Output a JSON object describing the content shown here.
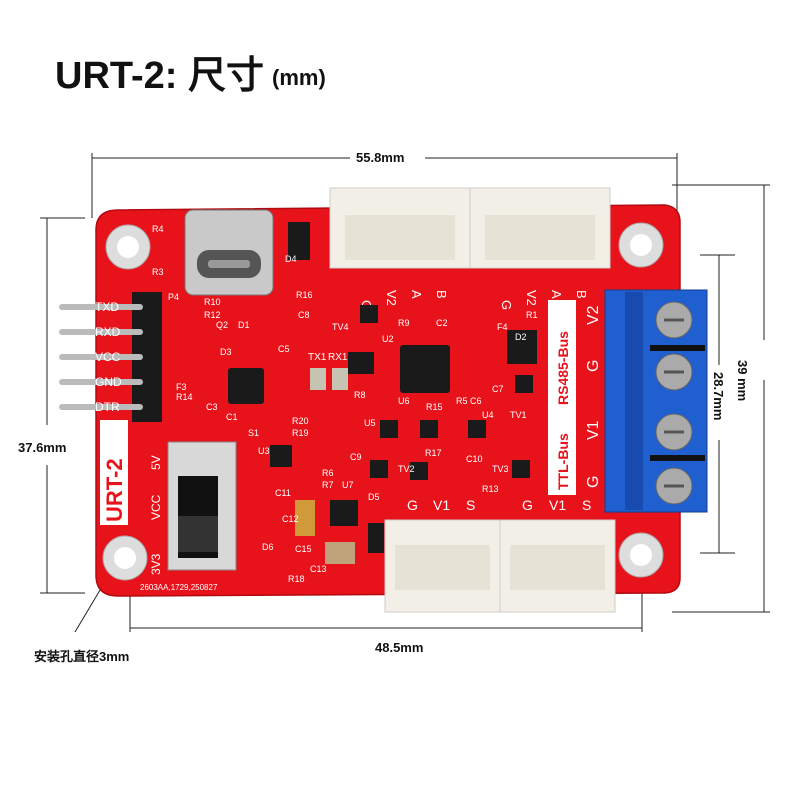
{
  "title": {
    "main": "URT-2: 尺寸",
    "unit": "(mm)"
  },
  "dimensions": {
    "top_width": "55.8mm",
    "right_height": "39 mm",
    "terminal_height": "28.7mm",
    "left_height": "37.6mm",
    "hole_spacing": "48.5mm",
    "hole_note": "安装孔直径3mm"
  },
  "board": {
    "name": "URT-2",
    "pcb_color": "#e8121a",
    "terminal_color": "#1f5fd0",
    "connector_color": "#f2efe6",
    "pin_labels_left": [
      "TXD",
      "RXD",
      "VCC",
      "GND",
      "DTR"
    ],
    "switch_labels": [
      "VCC",
      "5V",
      "3V3"
    ],
    "top_conn_labels": [
      "G",
      "V2",
      "A",
      "B"
    ],
    "bottom_conn_labels": [
      "G",
      "V1",
      "S"
    ],
    "side_labels": [
      "TTL-Bus",
      "RS485-Bus"
    ],
    "terminal_labels": [
      "V2",
      "G",
      "V1",
      "G"
    ],
    "tx_rx_labels": [
      "TX1",
      "RX1"
    ],
    "silk_code": "2603AA,1729,250827",
    "components": [
      "R4",
      "R3",
      "R10",
      "P4",
      "R12",
      "Q2",
      "D1",
      "D3",
      "C5",
      "F3",
      "R14",
      "C1",
      "C3",
      "R20",
      "R19",
      "R6",
      "R7",
      "U7",
      "S1",
      "U3",
      "C11",
      "C12",
      "D5",
      "C15",
      "C13",
      "D6",
      "R18",
      "R9",
      "C2",
      "U2",
      "F4",
      "C8",
      "R16",
      "D4",
      "TV4",
      "R15",
      "R8",
      "U5",
      "U6",
      "C9",
      "C6",
      "C7",
      "R5",
      "U4",
      "TV1",
      "D2",
      "R17",
      "TV2",
      "TV3",
      "R13",
      "C10",
      "R1"
    ]
  }
}
